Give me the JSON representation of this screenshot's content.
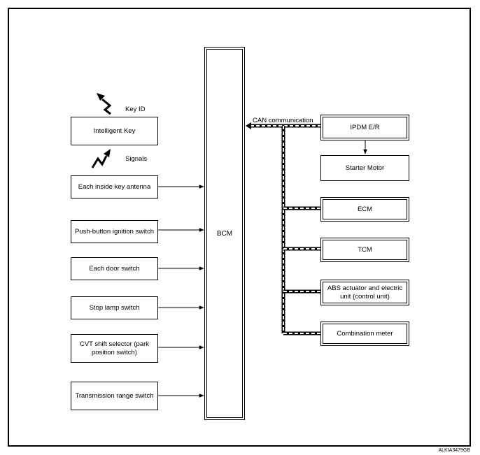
{
  "inputs": {
    "key_id_label": "Key ID",
    "signals_label": "Signals",
    "intelligent_key": "Intelligent Key",
    "inside_key_antenna": "Each inside key antenna",
    "push_button_ignition_switch": "Push-button ignition switch",
    "door_switch": "Each door switch",
    "stop_lamp_switch": "Stop lamp switch",
    "cvt_shift_selector": "CVT shift selector (park position switch)",
    "transmission_range_switch": "Transmission range switch"
  },
  "controller": {
    "bcm": "BCM"
  },
  "can": {
    "label": "CAN communication"
  },
  "outputs": {
    "ipdm": "IPDM E/R",
    "starter_motor": "Starter Motor",
    "ecm": "ECM",
    "tcm": "TCM",
    "abs": "ABS actuator and electric unit (control unit)",
    "combination_meter": "Combination meter"
  },
  "figure_id": "ALKIA3479GB"
}
